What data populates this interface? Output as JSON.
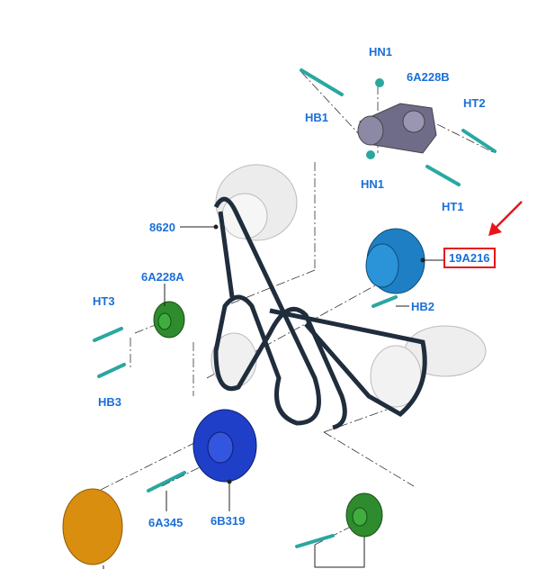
{
  "labels": {
    "hn1_top": "HN1",
    "p6a228b": "6A228B",
    "hb1": "HB1",
    "ht2": "HT2",
    "hn1_bottom": "HN1",
    "ht1": "HT1",
    "p8620": "8620",
    "p19a216": "19A216",
    "hb2": "HB2",
    "p6a228a": "6A228A",
    "ht3": "HT3",
    "hb3": "HB3",
    "p6a345": "6A345",
    "p6b319": "6B319"
  },
  "colors": {
    "label": "#1a6fd8",
    "highlight": "#e8141a",
    "belt": "#1f2d3d",
    "bolt": "#2aa7a0",
    "clutch": "#1e7fc4",
    "idler": "#2e8b2e",
    "crank": "#1f3fc8",
    "damper": "#d98e0f"
  }
}
